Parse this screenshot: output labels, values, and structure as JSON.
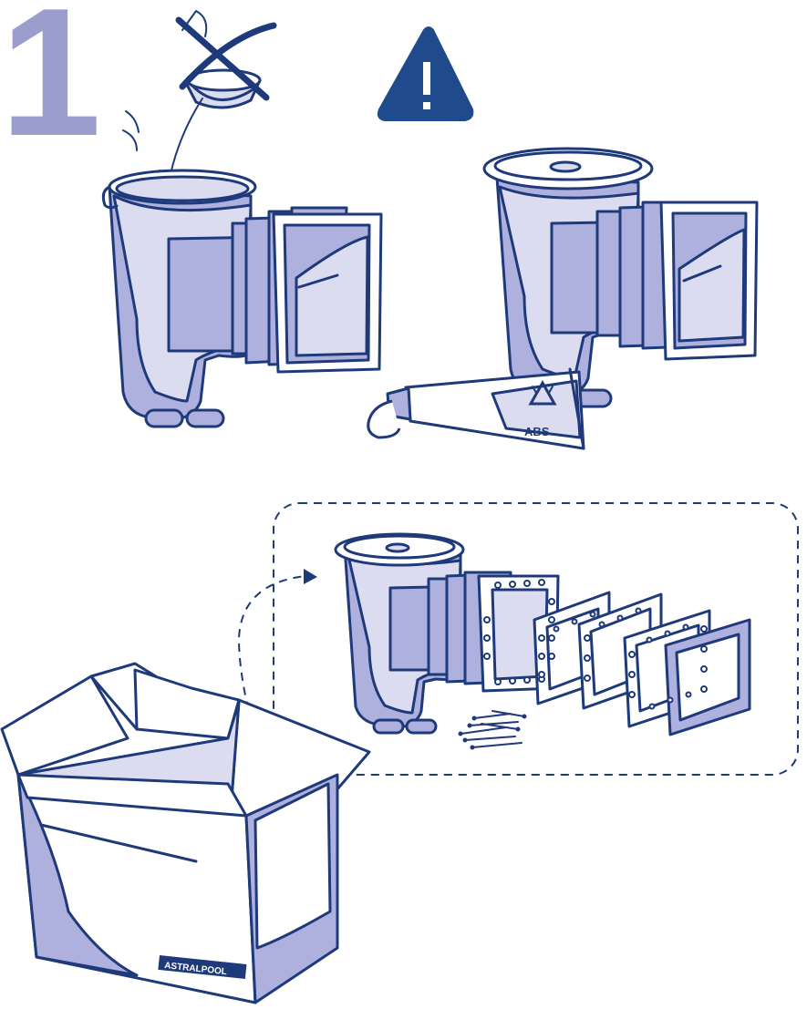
{
  "step": {
    "number": "1"
  },
  "tube": {
    "label": "ABS"
  },
  "box": {
    "brand": "ASTRALPOOL"
  },
  "colors": {
    "line": "#1f3a7a",
    "fill": "#aeb0dd",
    "fill_light": "#dcdcf0",
    "step": "#9b9dcc",
    "warning": "#1f4a8c"
  },
  "icons": [
    "crossed-out-basket-icon",
    "warning-icon",
    "recycle-icon",
    "glue-tube-icon",
    "open-box-icon",
    "screws-icon"
  ]
}
